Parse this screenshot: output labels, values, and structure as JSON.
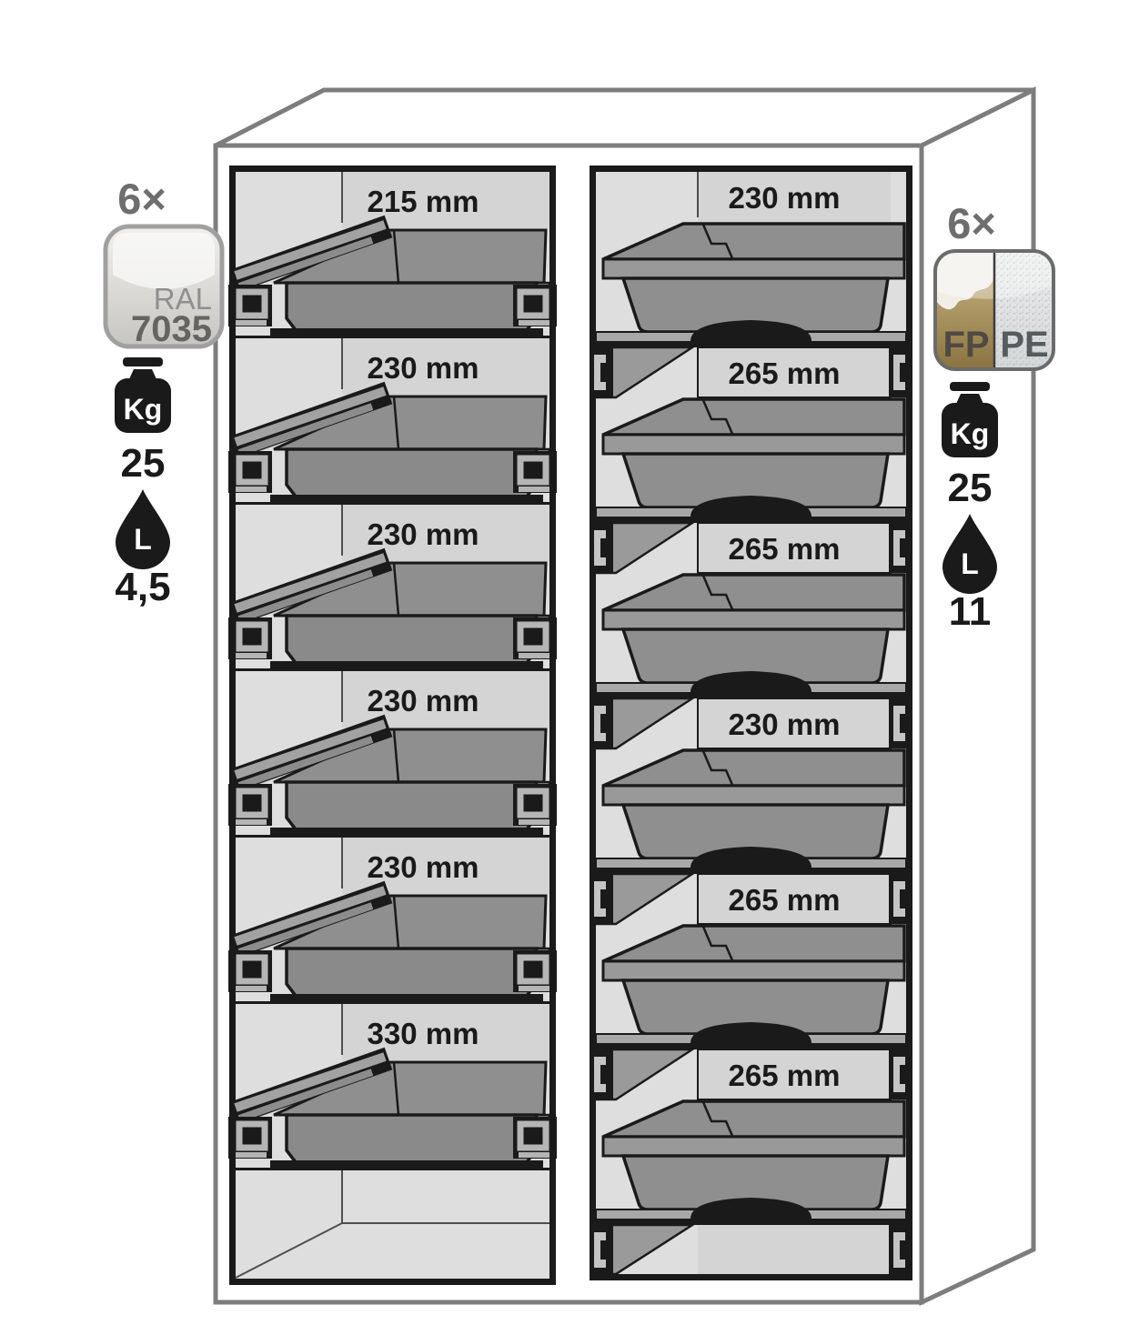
{
  "page": {
    "background": "#ffffff"
  },
  "left_annotation": {
    "count_label": "6×",
    "color_badge": {
      "line1": "RAL",
      "line2": "7035",
      "badge_color": "#d9d8d4"
    },
    "weight": {
      "icon": "kg-weight-icon",
      "unit": "Kg",
      "value": "25"
    },
    "volume": {
      "icon": "liter-drop-icon",
      "unit": "L",
      "value": "4,5"
    }
  },
  "right_annotation": {
    "count_label": "6×",
    "material_badge": {
      "left_label": "FP",
      "right_label": "PE",
      "left_color": "#a8905c",
      "right_color": "#e2e4e4"
    },
    "weight": {
      "icon": "kg-weight-icon",
      "unit": "Kg",
      "value": "25"
    },
    "volume": {
      "icon": "liter-drop-icon",
      "unit": "L",
      "value": "11"
    }
  },
  "cabinet": {
    "left_column": {
      "compartments": [
        {
          "label": "215 mm"
        },
        {
          "label": "230 mm"
        },
        {
          "label": "230 mm"
        },
        {
          "label": "230 mm"
        },
        {
          "label": "230 mm"
        },
        {
          "label": "330 mm"
        }
      ]
    },
    "right_column": {
      "compartments": [
        {
          "label": "230 mm"
        },
        {
          "label": "265 mm"
        },
        {
          "label": "265 mm"
        },
        {
          "label": "230 mm"
        },
        {
          "label": "265 mm"
        },
        {
          "label": "265 mm"
        }
      ]
    }
  },
  "colors": {
    "outline_gray": "#7d7d7d",
    "frame_black": "#1a1a1a",
    "compartment_bg": "#dedede",
    "label_bg": "#d4d4d4",
    "tray_gray": "#8f8f8f",
    "text_dark": "#1a1a1a",
    "muted_gray": "#6e6e6e"
  }
}
